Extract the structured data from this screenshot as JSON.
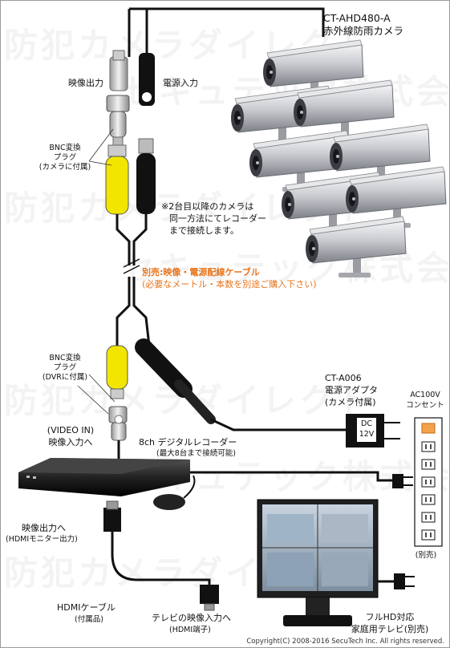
{
  "camera": {
    "model": "CT-AHD480-A",
    "name": "赤外線防雨カメラ"
  },
  "labels": {
    "video_out": "映像出力",
    "power_in": "電源入力",
    "bnc_camera": [
      "BNC変換",
      "プラグ",
      "(カメラに付属)"
    ],
    "note": [
      "※2台目以降のカメラは",
      "同一方法にてレコーダー",
      "まで接続します。"
    ],
    "cable_title": "別売:映像・電源配線ケーブル",
    "cable_sub": "(必要なメートル・本数を別途ご購入下さい)",
    "bnc_dvr": [
      "BNC変換",
      "プラグ",
      "(DVRに付属)"
    ],
    "video_in": [
      "(VIDEO IN)",
      "映像入力へ"
    ],
    "recorder": [
      "8ch デジタルレコーダー",
      "(最大8台まで接続可能)"
    ],
    "adapter": [
      "CT-A006",
      "電源アダプタ",
      "(カメラ付属)"
    ],
    "adapter_body": [
      "DC",
      "12V"
    ],
    "outlet": [
      "AC100V",
      "コンセント"
    ],
    "outlet_note": "(別売)",
    "hdmi_out": [
      "映像出力へ",
      "(HDMIモニター出力)"
    ],
    "hdmi_cable": [
      "HDMIケーブル",
      "(付属品)"
    ],
    "tv_in": [
      "テレビの映像入力へ",
      "(HDMI端子)"
    ],
    "tv": [
      "フルHD対応",
      "家庭用テレビ(別売)"
    ]
  },
  "watermark": [
    "防犯カメラダイレクト",
    "セキュテック株式会社"
  ],
  "copyright": "Copyright(C) 2008-2016 SecuTech Inc. All rights reserved.",
  "colors": {
    "accent": "#e8741d",
    "bnc_yellow": "#f2e600",
    "cable": "#111111",
    "outlet_marker": "#f4a24a"
  }
}
